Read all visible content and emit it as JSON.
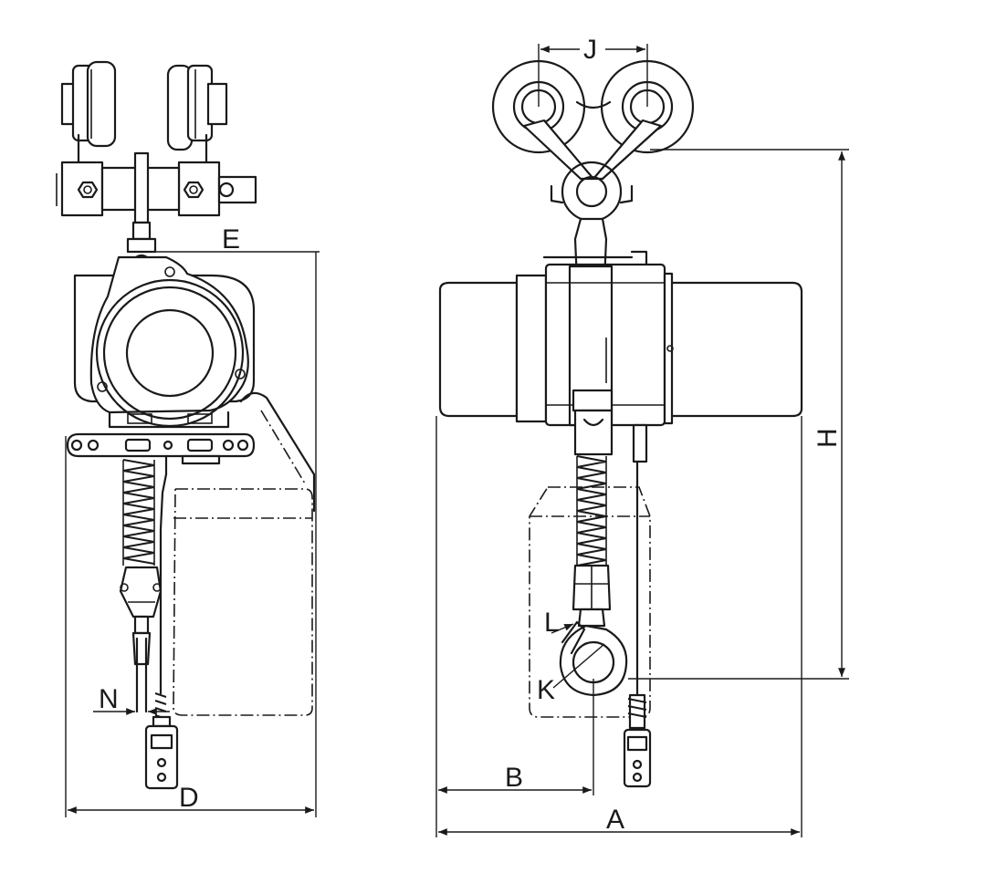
{
  "labels": {
    "a": "A",
    "b": "B",
    "d": "D",
    "e": "E",
    "h": "H",
    "j": "J",
    "k": "K",
    "l": "L",
    "n": "N"
  }
}
